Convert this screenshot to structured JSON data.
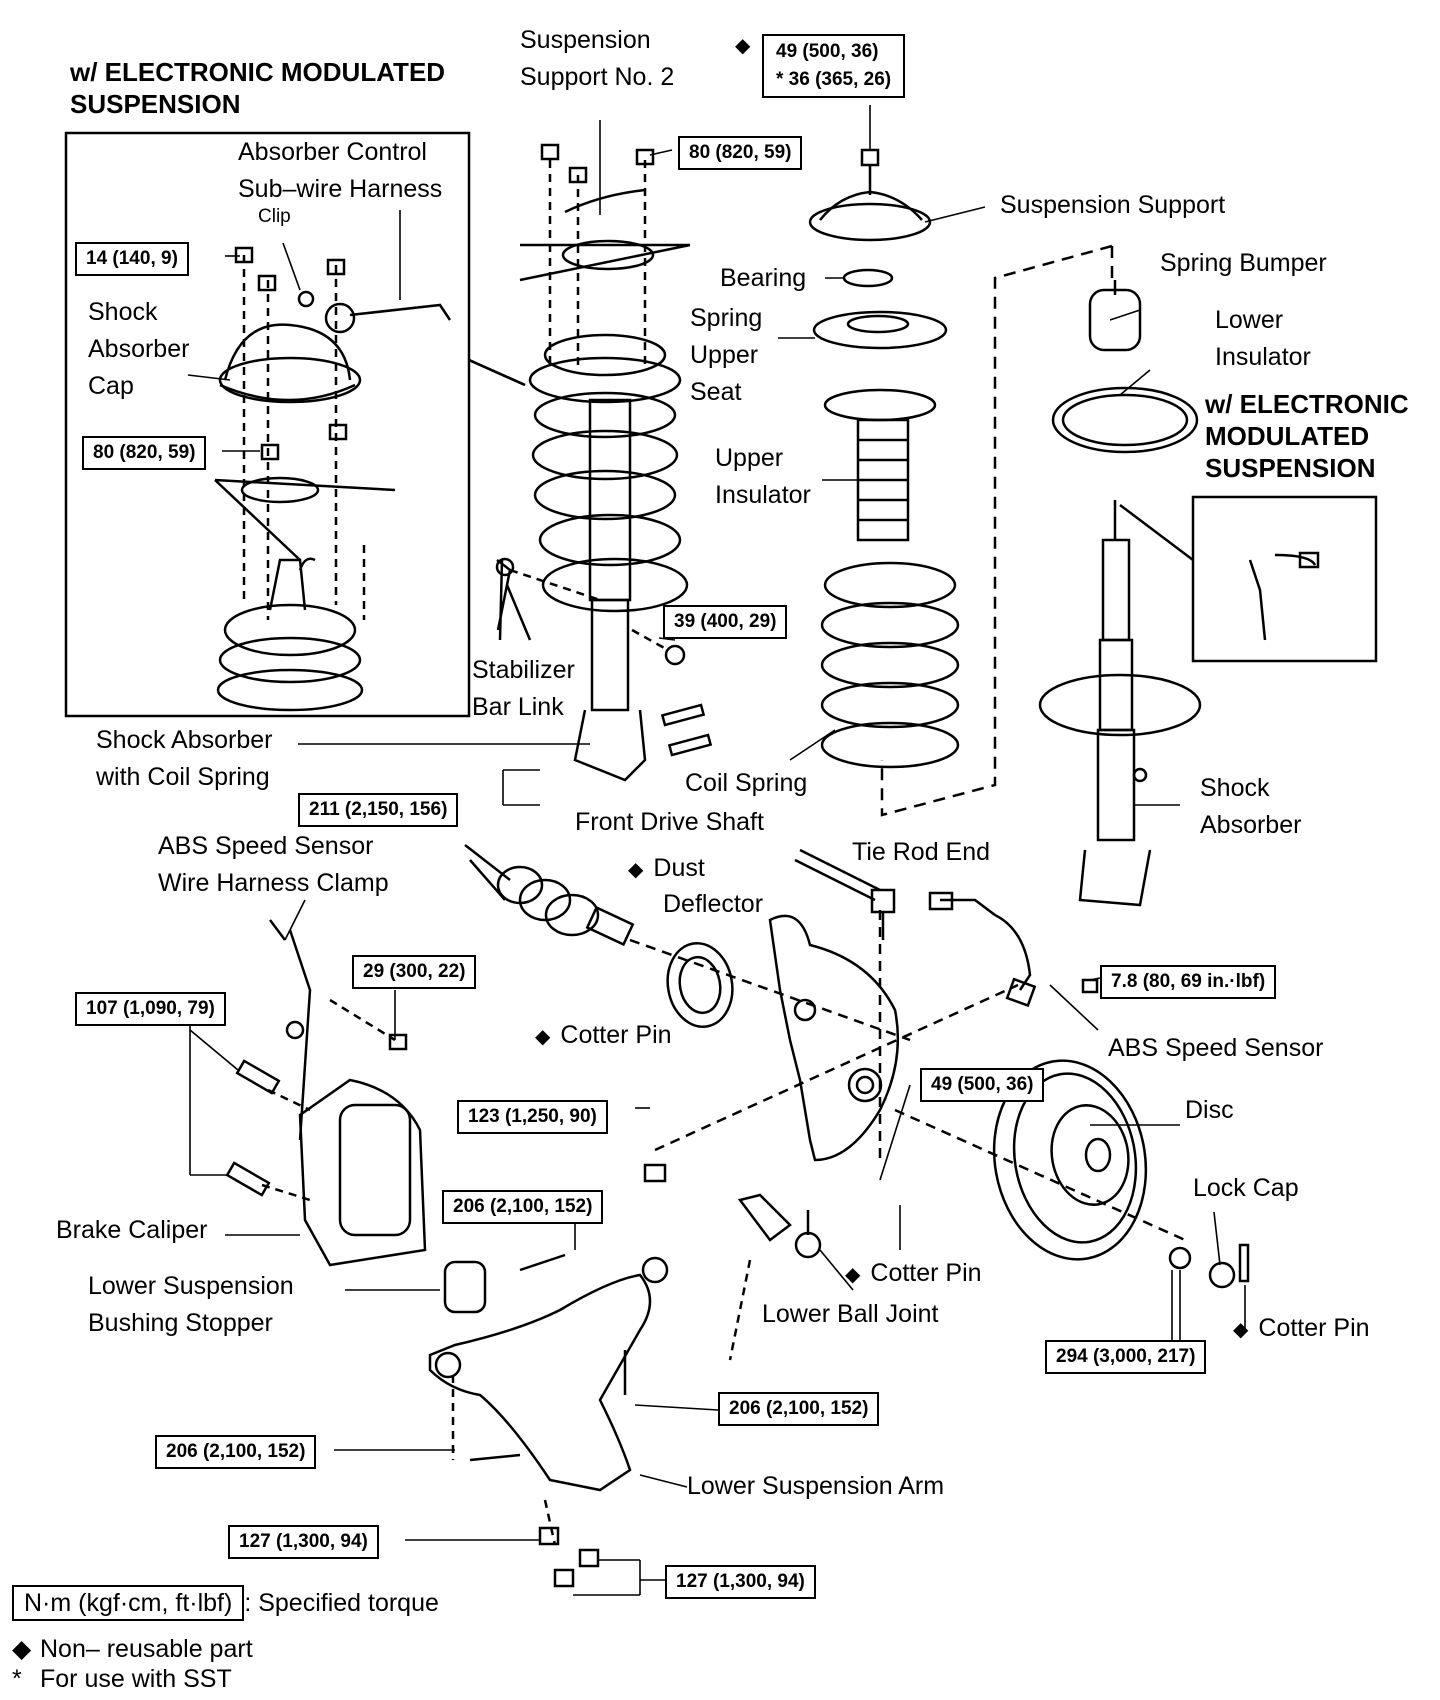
{
  "insets": {
    "emm_top_title": "w/ ELECTRONIC MODULATED\nSUSPENSION",
    "emm_right_title": "w/ ELECTRONIC\nMODULATED\nSUSPENSION"
  },
  "labels": {
    "support_no2": "Suspension\nSupport No. 2",
    "absorber_harness": "Absorber Control\nSub–wire Harness",
    "clip": "Clip",
    "shock_cap": "Shock\nAbsorber\nCap",
    "suspension_support": "Suspension Support",
    "bearing": "Bearing",
    "spring_upper_seat": "Spring\nUpper\nSeat",
    "spring_bumper": "Spring Bumper",
    "lower_insulator": "Lower\nInsulator",
    "upper_insulator": "Upper\nInsulator",
    "stabilizer_link": "Stabilizer\nBar Link",
    "shock_coil": "Shock Absorber\nwith Coil Spring",
    "coil_spring": "Coil Spring",
    "front_drive_shaft": "Front Drive Shaft",
    "shock_absorber": "Shock\nAbsorber",
    "abs_clamp": "ABS Speed Sensor\nWire Harness Clamp",
    "dust_deflector_a": "Dust",
    "dust_deflector_b": "Deflector",
    "tie_rod_end": "Tie Rod End",
    "cotter_pin_1": "Cotter Pin",
    "abs_sensor": "ABS Speed Sensor",
    "disc": "Disc",
    "lock_cap": "Lock Cap",
    "brake_caliper": "Brake Caliper",
    "cotter_pin_2": "Cotter Pin",
    "lower_bushing": "Lower Suspension\nBushing Stopper",
    "lower_ball_joint": "Lower Ball Joint",
    "cotter_pin_3": "Cotter Pin",
    "lower_arm": "Lower Suspension Arm"
  },
  "torques": {
    "t_support_a": "49 (500, 36)",
    "t_support_b": "* 36 (365, 26)",
    "t_80_top": "80 (820, 59)",
    "t_14": "14 (140, 9)",
    "t_80_inset": "80 (820, 59)",
    "t_39": "39 (400, 29)",
    "t_211": "211 (2,150, 156)",
    "t_29": "29 (300, 22)",
    "t_107": "107 (1,090, 79)",
    "t_78": "7.8 (80, 69 in.·lbf)",
    "t_123": "123 (1,250, 90)",
    "t_49_ball": "49 (500, 36)",
    "t_206_top": "206 (2,100, 152)",
    "t_206_mid": "206 (2,100, 152)",
    "t_206_left": "206 (2,100, 152)",
    "t_294": "294 (3,000, 217)",
    "t_127_left": "127 (1,300, 94)",
    "t_127_right": "127 (1,300, 94)"
  },
  "symbols": {
    "diamond": "◆",
    "star": "*"
  },
  "legend": {
    "torque_box": "N·m (kgf·cm, ft·lbf)",
    "torque_text": ": Specified torque",
    "nonreusable_symbol": "◆",
    "nonreusable": "Non– reusable part",
    "sst_symbol": "*",
    "sst": "For use with SST"
  }
}
